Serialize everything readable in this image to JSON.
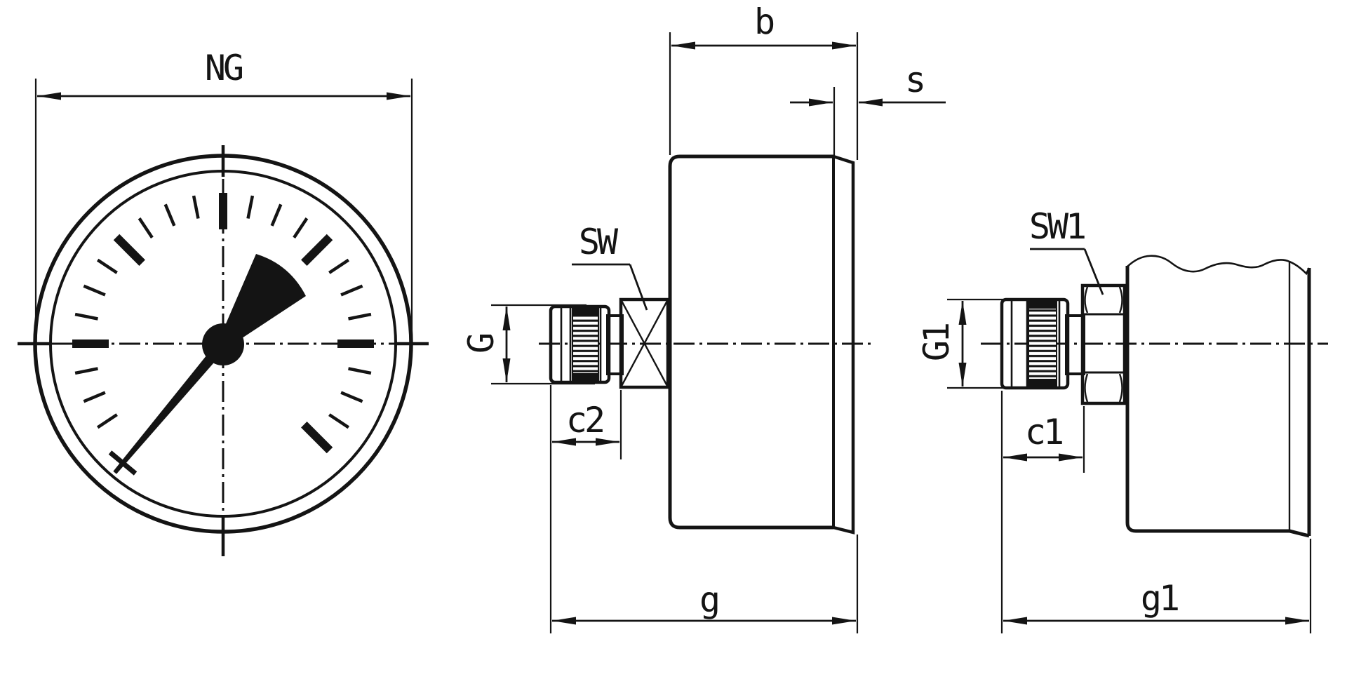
{
  "drawing": {
    "type": "engineering-dimension-drawing",
    "subject": "pressure gauge with center back mount connection",
    "line_color": "#141414",
    "background_color": "#ffffff",
    "views": [
      {
        "name": "front-view-dial",
        "labels_used": [
          "NG"
        ]
      },
      {
        "name": "side-view-center-back-mount",
        "labels_used": [
          "b",
          "s",
          "SW",
          "G",
          "c2",
          "g"
        ]
      },
      {
        "name": "side-view-lower-back-mount-partial",
        "labels_used": [
          "SW1",
          "G1",
          "c1",
          "g1"
        ]
      }
    ]
  },
  "labels": {
    "ng": "NG",
    "b": "b",
    "s": "s",
    "sw": "SW",
    "g_thread": "G",
    "c2": "c2",
    "g": "g",
    "sw1": "SW1",
    "g1_thread": "G1",
    "c1": "c1",
    "g1": "g1"
  }
}
